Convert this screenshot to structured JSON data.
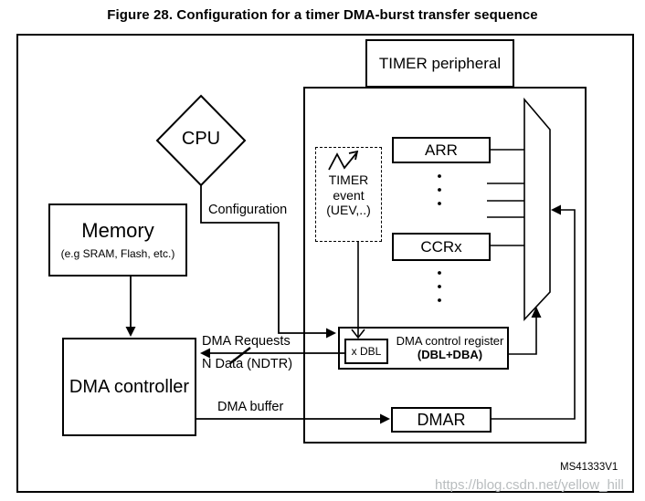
{
  "title": "Figure 28. Configuration for a timer DMA-burst transfer sequence",
  "blocks": {
    "timer_peripheral": "TIMER peripheral",
    "cpu": "CPU",
    "memory_title": "Memory",
    "memory_subtitle": "(e.g SRAM, Flash, etc.)",
    "dma_controller": "DMA controller",
    "timer_event_line1": "TIMER",
    "timer_event_line2": "event",
    "timer_event_line3": "(UEV,..)",
    "arr": "ARR",
    "ccrx": "CCRx",
    "dmar": "DMAR",
    "x_dbl": "x DBL",
    "dma_control_register_line1": "DMA control register",
    "dma_control_register_line2": "(DBL+DBA)"
  },
  "labels": {
    "configuration": "Configuration",
    "dma_requests": "DMA Requests",
    "n_data": "N Data (NDTR)",
    "dma_buffer": "DMA buffer"
  },
  "icons": {
    "timer_event_signal": "zigzag-edge-arrow"
  },
  "footer": {
    "figure_id": "MS41333V1",
    "watermark": "https://blog.csdn.net/yellow_hill"
  },
  "colors": {
    "line": "#000000",
    "background": "#ffffff",
    "watermark": "#b9bdbf"
  }
}
